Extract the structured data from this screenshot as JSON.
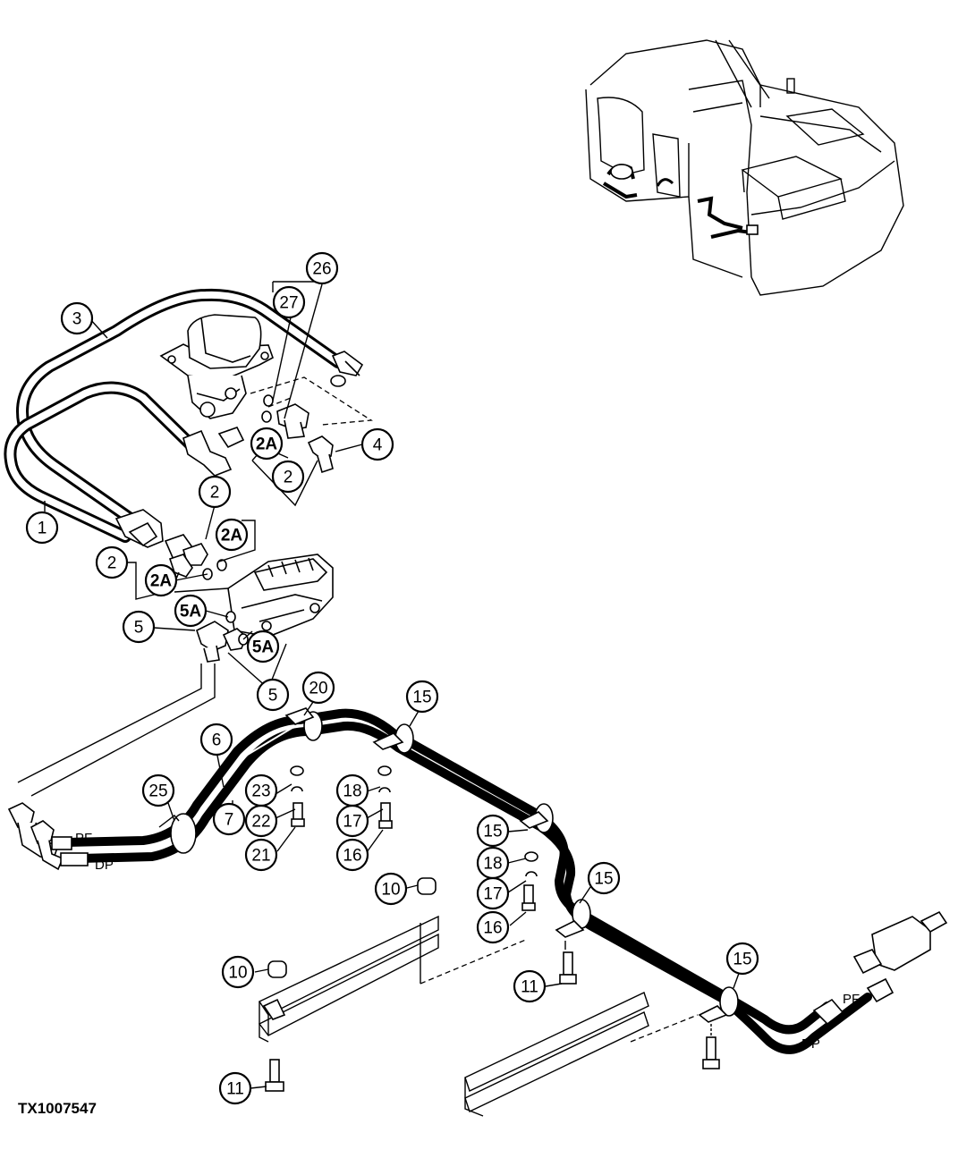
{
  "figure_id": "TX1007547",
  "hose_labels": {
    "pf_left": "PF",
    "dp_left": "DP",
    "pf_right": "PF",
    "dp_right": "DP"
  },
  "callouts": [
    {
      "id": "c26",
      "label": "26"
    },
    {
      "id": "c27",
      "label": "27"
    },
    {
      "id": "c3",
      "label": "3"
    },
    {
      "id": "c4",
      "label": "4"
    },
    {
      "id": "c2A_top",
      "label": "2A"
    },
    {
      "id": "c2_top",
      "label": "2"
    },
    {
      "id": "c1",
      "label": "1"
    },
    {
      "id": "c2_mid",
      "label": "2"
    },
    {
      "id": "c2A_mid",
      "label": "2A"
    },
    {
      "id": "c2_left",
      "label": "2"
    },
    {
      "id": "c2A_left",
      "label": "2A"
    },
    {
      "id": "c5A_left",
      "label": "5A"
    },
    {
      "id": "c5_left",
      "label": "5"
    },
    {
      "id": "c5A_right",
      "label": "5A"
    },
    {
      "id": "c5_right",
      "label": "5"
    },
    {
      "id": "c20",
      "label": "20"
    },
    {
      "id": "c15_a",
      "label": "15"
    },
    {
      "id": "c6",
      "label": "6"
    },
    {
      "id": "c25",
      "label": "25"
    },
    {
      "id": "c7",
      "label": "7"
    },
    {
      "id": "c23",
      "label": "23"
    },
    {
      "id": "c22",
      "label": "22"
    },
    {
      "id": "c21",
      "label": "21"
    },
    {
      "id": "c18_a",
      "label": "18"
    },
    {
      "id": "c17_a",
      "label": "17"
    },
    {
      "id": "c16_a",
      "label": "16"
    },
    {
      "id": "c15_b",
      "label": "15"
    },
    {
      "id": "c18_b",
      "label": "18"
    },
    {
      "id": "c17_b",
      "label": "17"
    },
    {
      "id": "c16_b",
      "label": "16"
    },
    {
      "id": "c15_c",
      "label": "15"
    },
    {
      "id": "c10_a",
      "label": "10"
    },
    {
      "id": "c10_b",
      "label": "10"
    },
    {
      "id": "c11_a",
      "label": "11"
    },
    {
      "id": "c11_b",
      "label": "11"
    },
    {
      "id": "c15_d",
      "label": "15"
    }
  ]
}
